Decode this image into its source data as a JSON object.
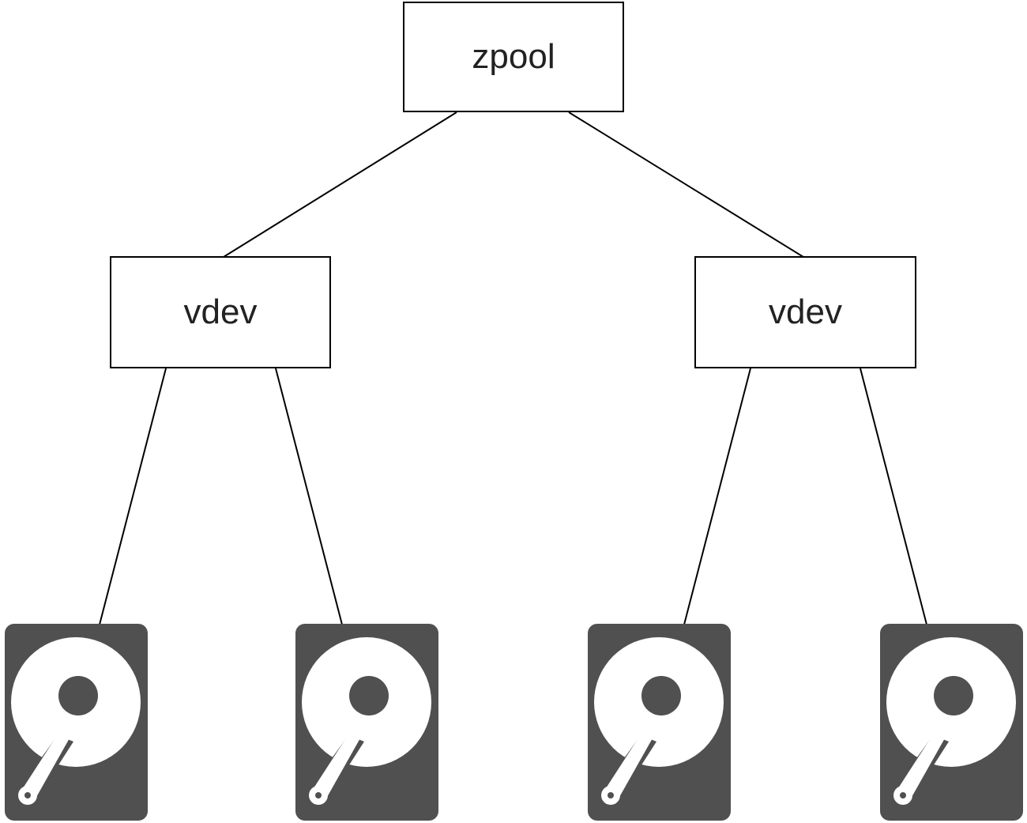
{
  "diagram": {
    "root": {
      "label": "zpool"
    },
    "vdevs": [
      {
        "label": "vdev",
        "disks": [
          "disk",
          "disk"
        ]
      },
      {
        "label": "vdev",
        "disks": [
          "disk",
          "disk"
        ]
      }
    ]
  },
  "icons": {
    "disk": "hard-disk-icon"
  },
  "colors": {
    "line": "#000000",
    "disk_body": "#505050",
    "platter": "#ffffff",
    "box_border": "#000000",
    "text": "#222222"
  }
}
